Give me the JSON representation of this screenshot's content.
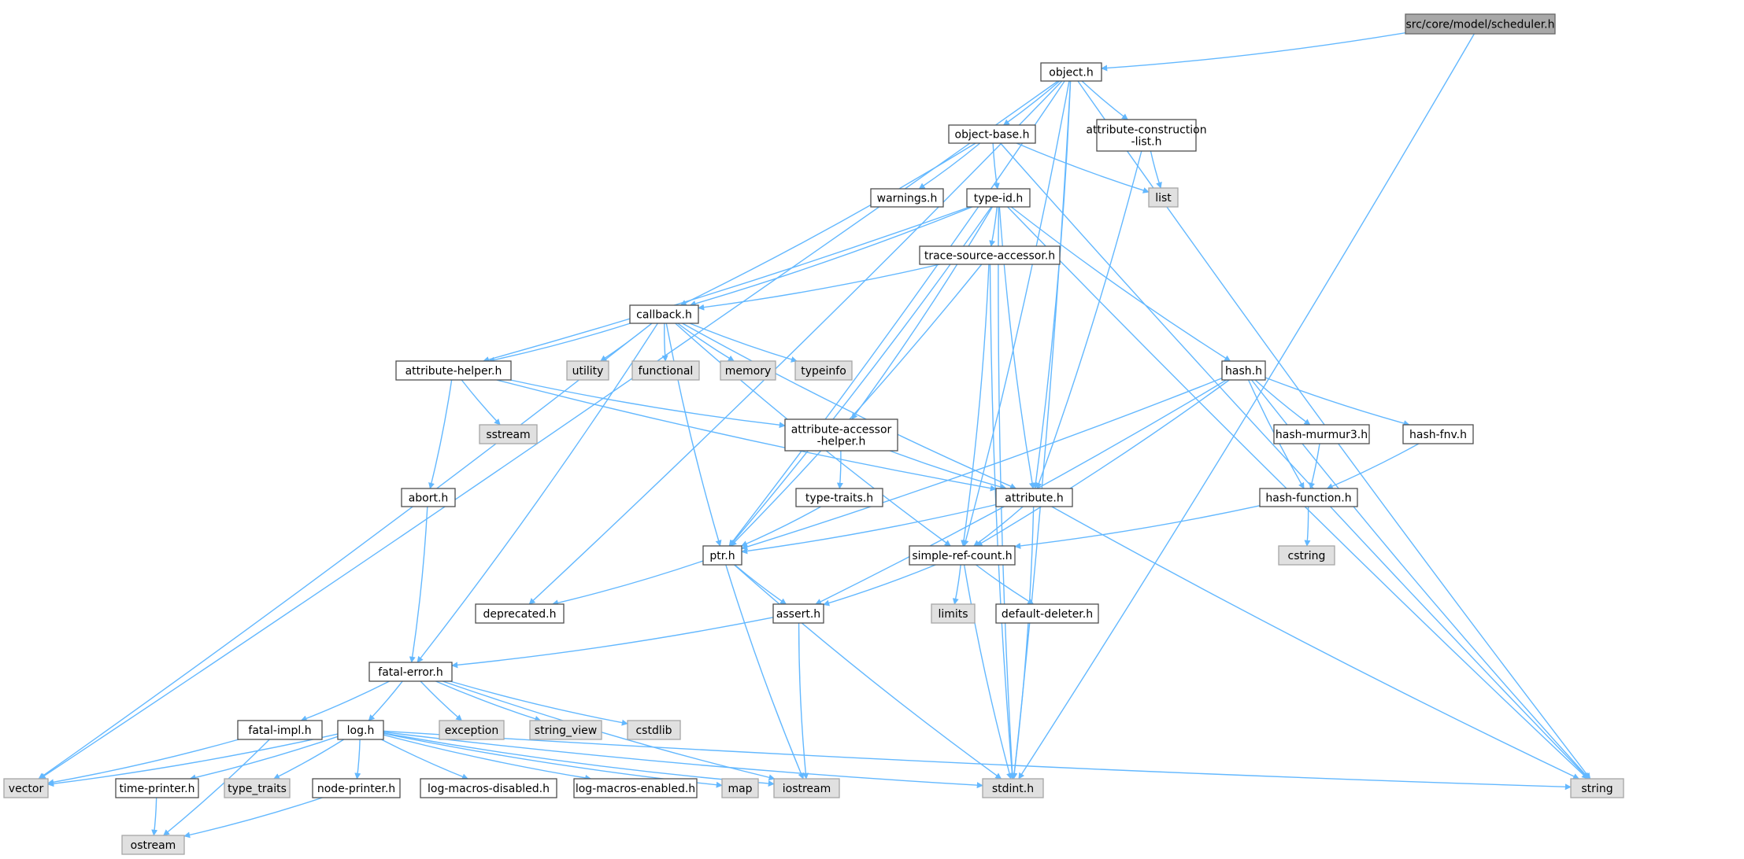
{
  "graph": {
    "edge_color": "#63b8ff",
    "nodes": [
      {
        "id": "root",
        "label": [
          "src/core/model/scheduler.h"
        ],
        "kind": "root"
      },
      {
        "id": "object",
        "label": [
          "object.h"
        ],
        "kind": "file"
      },
      {
        "id": "objbase",
        "label": [
          "object-base.h"
        ],
        "kind": "file"
      },
      {
        "id": "attrcons",
        "label": [
          "attribute-construction",
          "-list.h"
        ],
        "kind": "file"
      },
      {
        "id": "list",
        "label": [
          "list"
        ],
        "kind": "sys"
      },
      {
        "id": "warnings",
        "label": [
          "warnings.h"
        ],
        "kind": "file"
      },
      {
        "id": "typeid",
        "label": [
          "type-id.h"
        ],
        "kind": "file"
      },
      {
        "id": "tsa",
        "label": [
          "trace-source-accessor.h"
        ],
        "kind": "file"
      },
      {
        "id": "callback",
        "label": [
          "callback.h"
        ],
        "kind": "file"
      },
      {
        "id": "attrhelper",
        "label": [
          "attribute-helper.h"
        ],
        "kind": "file"
      },
      {
        "id": "utility",
        "label": [
          "utility"
        ],
        "kind": "sys"
      },
      {
        "id": "functional",
        "label": [
          "functional"
        ],
        "kind": "sys"
      },
      {
        "id": "memory",
        "label": [
          "memory"
        ],
        "kind": "sys"
      },
      {
        "id": "typeinfo",
        "label": [
          "typeinfo"
        ],
        "kind": "sys"
      },
      {
        "id": "hash",
        "label": [
          "hash.h"
        ],
        "kind": "file"
      },
      {
        "id": "sstream",
        "label": [
          "sstream"
        ],
        "kind": "sys"
      },
      {
        "id": "attracc",
        "label": [
          "attribute-accessor",
          "-helper.h"
        ],
        "kind": "file"
      },
      {
        "id": "murmur",
        "label": [
          "hash-murmur3.h"
        ],
        "kind": "file"
      },
      {
        "id": "fnv",
        "label": [
          "hash-fnv.h"
        ],
        "kind": "file"
      },
      {
        "id": "abort",
        "label": [
          "abort.h"
        ],
        "kind": "file"
      },
      {
        "id": "typetraitsh",
        "label": [
          "type-traits.h"
        ],
        "kind": "file"
      },
      {
        "id": "attribute",
        "label": [
          "attribute.h"
        ],
        "kind": "file"
      },
      {
        "id": "hashfunc",
        "label": [
          "hash-function.h"
        ],
        "kind": "file"
      },
      {
        "id": "ptr",
        "label": [
          "ptr.h"
        ],
        "kind": "file"
      },
      {
        "id": "src",
        "label": [
          "simple-ref-count.h"
        ],
        "kind": "file"
      },
      {
        "id": "cstring",
        "label": [
          "cstring"
        ],
        "kind": "sys"
      },
      {
        "id": "deprecated",
        "label": [
          "deprecated.h"
        ],
        "kind": "file"
      },
      {
        "id": "assert",
        "label": [
          "assert.h"
        ],
        "kind": "file"
      },
      {
        "id": "limits",
        "label": [
          "limits"
        ],
        "kind": "sys"
      },
      {
        "id": "defdel",
        "label": [
          "default-deleter.h"
        ],
        "kind": "file"
      },
      {
        "id": "fatalerr",
        "label": [
          "fatal-error.h"
        ],
        "kind": "file"
      },
      {
        "id": "fatalimpl",
        "label": [
          "fatal-impl.h"
        ],
        "kind": "file"
      },
      {
        "id": "log",
        "label": [
          "log.h"
        ],
        "kind": "file"
      },
      {
        "id": "exception",
        "label": [
          "exception"
        ],
        "kind": "sys"
      },
      {
        "id": "stringview",
        "label": [
          "string_view"
        ],
        "kind": "sys"
      },
      {
        "id": "cstdlib",
        "label": [
          "cstdlib"
        ],
        "kind": "sys"
      },
      {
        "id": "vector",
        "label": [
          "vector"
        ],
        "kind": "sys"
      },
      {
        "id": "timeprinter",
        "label": [
          "time-printer.h"
        ],
        "kind": "file"
      },
      {
        "id": "typetraits",
        "label": [
          "type_traits"
        ],
        "kind": "sys"
      },
      {
        "id": "nodeprinter",
        "label": [
          "node-printer.h"
        ],
        "kind": "file"
      },
      {
        "id": "logdis",
        "label": [
          "log-macros-disabled.h"
        ],
        "kind": "file"
      },
      {
        "id": "logen",
        "label": [
          "log-macros-enabled.h"
        ],
        "kind": "file"
      },
      {
        "id": "map",
        "label": [
          "map"
        ],
        "kind": "sys"
      },
      {
        "id": "iostream",
        "label": [
          "iostream"
        ],
        "kind": "sys"
      },
      {
        "id": "stdint",
        "label": [
          "stdint.h"
        ],
        "kind": "sys"
      },
      {
        "id": "string",
        "label": [
          "string"
        ],
        "kind": "sys"
      },
      {
        "id": "ostream",
        "label": [
          "ostream"
        ],
        "kind": "sys"
      }
    ],
    "edges": [
      [
        "root",
        "object"
      ],
      [
        "root",
        "stdint"
      ],
      [
        "object",
        "objbase"
      ],
      [
        "object",
        "attrcons"
      ],
      [
        "object",
        "attribute"
      ],
      [
        "object",
        "ptr"
      ],
      [
        "object",
        "src"
      ],
      [
        "object",
        "stdint"
      ],
      [
        "object",
        "string"
      ],
      [
        "object",
        "vector"
      ],
      [
        "object",
        "deprecated"
      ],
      [
        "objbase",
        "warnings"
      ],
      [
        "objbase",
        "typeid"
      ],
      [
        "objbase",
        "list"
      ],
      [
        "objbase",
        "callback"
      ],
      [
        "objbase",
        "string"
      ],
      [
        "attrcons",
        "list"
      ],
      [
        "attrcons",
        "attribute"
      ],
      [
        "typeid",
        "tsa"
      ],
      [
        "typeid",
        "callback"
      ],
      [
        "typeid",
        "hash"
      ],
      [
        "typeid",
        "attrhelper"
      ],
      [
        "typeid",
        "attracc"
      ],
      [
        "typeid",
        "attribute"
      ],
      [
        "typeid",
        "ptr"
      ],
      [
        "typeid",
        "stdint"
      ],
      [
        "typeid",
        "string"
      ],
      [
        "tsa",
        "callback"
      ],
      [
        "tsa",
        "src"
      ],
      [
        "tsa",
        "ptr"
      ],
      [
        "tsa",
        "stdint"
      ],
      [
        "callback",
        "attrhelper"
      ],
      [
        "callback",
        "utility"
      ],
      [
        "callback",
        "functional"
      ],
      [
        "callback",
        "memory"
      ],
      [
        "callback",
        "typeinfo"
      ],
      [
        "callback",
        "attribute"
      ],
      [
        "callback",
        "ptr"
      ],
      [
        "callback",
        "src"
      ],
      [
        "callback",
        "fatalerr"
      ],
      [
        "callback",
        "vector"
      ],
      [
        "attrhelper",
        "sstream"
      ],
      [
        "attrhelper",
        "attracc"
      ],
      [
        "attrhelper",
        "abort"
      ],
      [
        "attrhelper",
        "attribute"
      ],
      [
        "attracc",
        "typetraitsh"
      ],
      [
        "attracc",
        "attribute"
      ],
      [
        "typetraitsh",
        "ptr"
      ],
      [
        "hash",
        "murmur"
      ],
      [
        "hash",
        "fnv"
      ],
      [
        "hash",
        "hashfunc"
      ],
      [
        "hash",
        "assert"
      ],
      [
        "hash",
        "ptr"
      ],
      [
        "hash",
        "src"
      ],
      [
        "hash",
        "string"
      ],
      [
        "murmur",
        "hashfunc"
      ],
      [
        "fnv",
        "hashfunc"
      ],
      [
        "hashfunc",
        "cstring"
      ],
      [
        "hashfunc",
        "src"
      ],
      [
        "attribute",
        "ptr"
      ],
      [
        "attribute",
        "src"
      ],
      [
        "attribute",
        "string"
      ],
      [
        "attribute",
        "stdint"
      ],
      [
        "abort",
        "fatalerr"
      ],
      [
        "ptr",
        "deprecated"
      ],
      [
        "ptr",
        "assert"
      ],
      [
        "ptr",
        "iostream"
      ],
      [
        "ptr",
        "stdint"
      ],
      [
        "src",
        "assert"
      ],
      [
        "src",
        "limits"
      ],
      [
        "src",
        "defdel"
      ],
      [
        "src",
        "stdint"
      ],
      [
        "assert",
        "fatalerr"
      ],
      [
        "assert",
        "iostream"
      ],
      [
        "fatalerr",
        "fatalimpl"
      ],
      [
        "fatalerr",
        "log"
      ],
      [
        "fatalerr",
        "exception"
      ],
      [
        "fatalerr",
        "stringview"
      ],
      [
        "fatalerr",
        "cstdlib"
      ],
      [
        "fatalerr",
        "iostream"
      ],
      [
        "fatalimpl",
        "ostream"
      ],
      [
        "fatalimpl",
        "vector"
      ],
      [
        "log",
        "timeprinter"
      ],
      [
        "log",
        "typetraits"
      ],
      [
        "log",
        "nodeprinter"
      ],
      [
        "log",
        "logdis"
      ],
      [
        "log",
        "logen"
      ],
      [
        "log",
        "map"
      ],
      [
        "log",
        "iostream"
      ],
      [
        "log",
        "stdint"
      ],
      [
        "log",
        "string"
      ],
      [
        "log",
        "vector"
      ],
      [
        "timeprinter",
        "ostream"
      ],
      [
        "nodeprinter",
        "ostream"
      ]
    ]
  }
}
